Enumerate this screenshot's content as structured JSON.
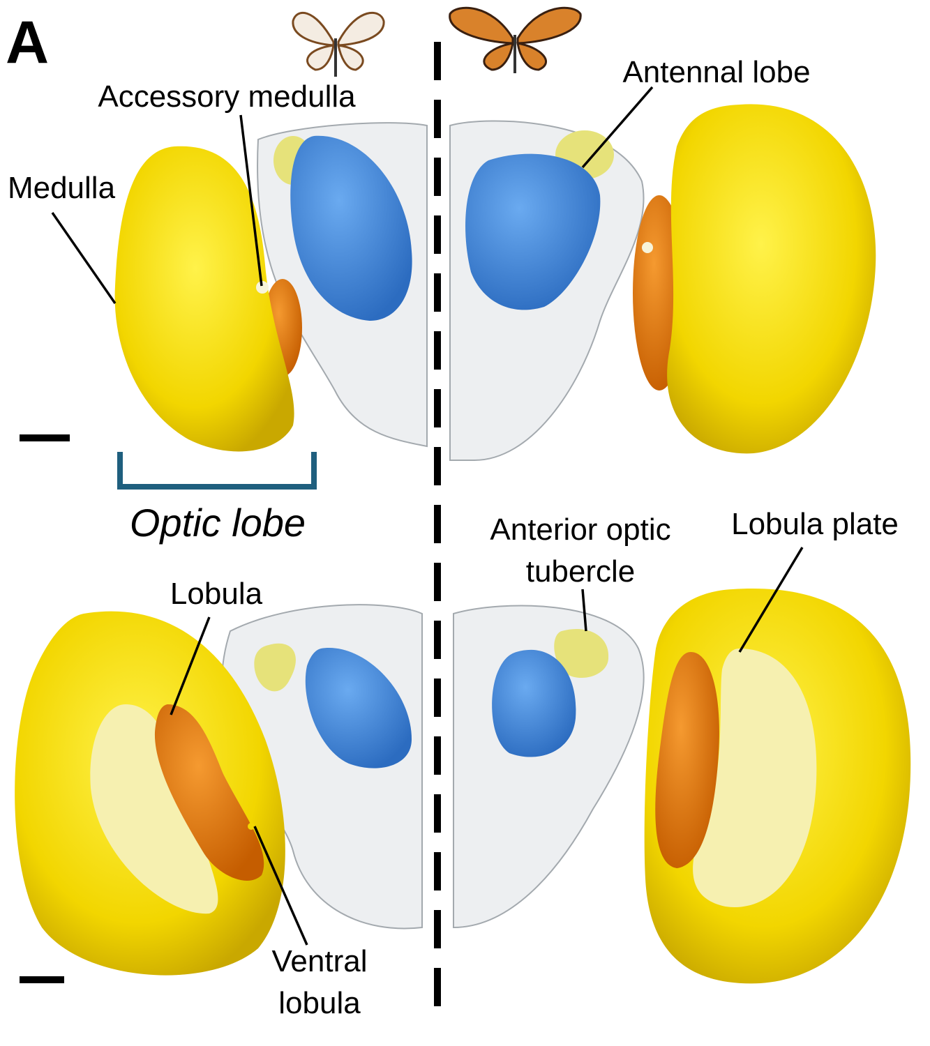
{
  "panel_label": "A",
  "labels": {
    "accessory_medulla": "Accessory medulla",
    "antennal_lobe": "Antennal lobe",
    "medulla": "Medulla",
    "optic_lobe": "Optic lobe",
    "anterior_optic_tubercle_1": "Anterior optic",
    "anterior_optic_tubercle_2": "tubercle",
    "lobula_plate": "Lobula plate",
    "lobula": "Lobula",
    "ventral_lobula_1": "Ventral",
    "ventral_lobula_2": "lobula"
  },
  "colors": {
    "medulla": "#f2d600",
    "lobula": "#e07a10",
    "lobula_plate": "#f6f0b0",
    "antennal_lobe": "#3d86d8",
    "tubercle": "#e6e27a",
    "brain": "#eceef0",
    "bracket": "#1f5f7e"
  }
}
